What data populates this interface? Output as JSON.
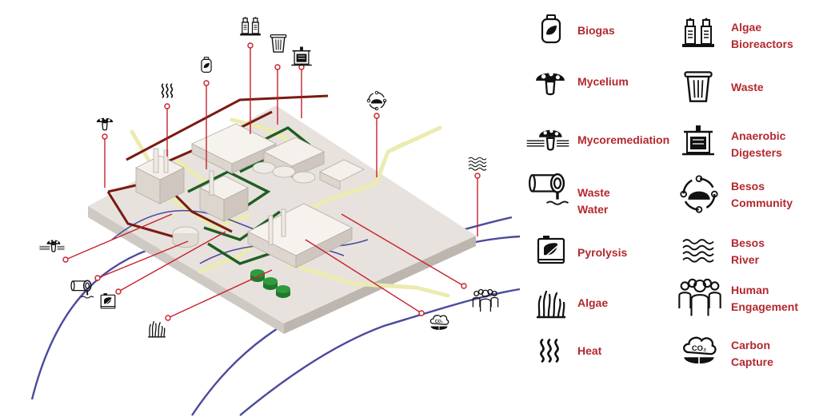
{
  "colors": {
    "label": "#b3282e",
    "callout": "#c8202e",
    "water": "#4b4a9e",
    "biogas_pipe": "#7a1a12",
    "algae_pipe": "#1f5e22",
    "heat_pipe": "#ecebb0",
    "ground": "#e7e2dd",
    "ground_side": "#cfc9c3",
    "tank": "#1e7a2c"
  },
  "legend": {
    "items": [
      {
        "key": "biogas",
        "label": "Biogas",
        "icon": "gas-cylinder-leaf-icon"
      },
      {
        "key": "algae-bioreactors",
        "label": "Algae\nBioreactors",
        "icon": "bioreactor-tanks-icon"
      },
      {
        "key": "mycelium",
        "label": "Mycelium",
        "icon": "mushroom-icon"
      },
      {
        "key": "waste",
        "label": "Waste",
        "icon": "trash-can-icon"
      },
      {
        "key": "mycoremediation",
        "label": "Mycoremediation",
        "icon": "mushroom-lines-icon"
      },
      {
        "key": "anaerobic-digesters",
        "label": "Anaerobic\nDigesters",
        "icon": "digester-tank-icon"
      },
      {
        "key": "waste-water",
        "label": "Waste Water",
        "icon": "pipe-outflow-icon"
      },
      {
        "key": "besos-community",
        "label": "Besos\nCommunity",
        "icon": "community-circle-icon"
      },
      {
        "key": "pyrolysis",
        "label": "Pyrolysis",
        "icon": "pyrolysis-machine-icon"
      },
      {
        "key": "besos-river",
        "label": "Besos\nRiver",
        "icon": "river-waves-icon"
      },
      {
        "key": "algae",
        "label": "Algae",
        "icon": "algae-grass-icon"
      },
      {
        "key": "human-engagement",
        "label": "Human\nEngagement",
        "icon": "people-group-icon"
      },
      {
        "key": "heat",
        "label": "Heat",
        "icon": "heat-waves-icon"
      },
      {
        "key": "carbon-capture",
        "label": "Carbon\nCapture",
        "icon": "co2-cloud-icon"
      }
    ]
  },
  "co2_text": "CO2"
}
